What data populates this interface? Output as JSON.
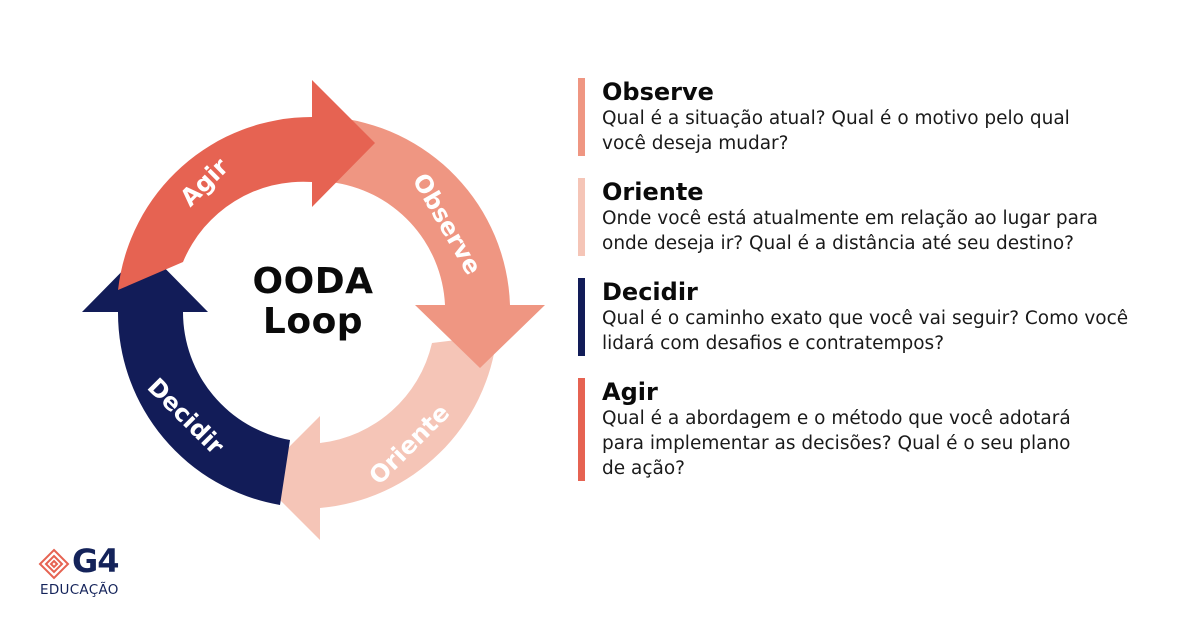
{
  "diagram": {
    "center_title_line1": "OODA",
    "center_title_line2": "Loop",
    "segments": [
      {
        "label": "Agir",
        "color": "#e66352"
      },
      {
        "label": "Observe",
        "color": "#ef9682"
      },
      {
        "label": "Oriente",
        "color": "#f5c5b7"
      },
      {
        "label": "Decidir",
        "color": "#121c58"
      }
    ]
  },
  "steps": [
    {
      "title": "Observe",
      "description": "Qual é a situação atual? Qual é o motivo pelo qual você deseja mudar?",
      "color": "#ef9682"
    },
    {
      "title": "Oriente",
      "description": "Onde você está atualmente em relação ao lugar para onde deseja ir? Qual é a distância até seu destino?",
      "color": "#f5c5b7"
    },
    {
      "title": "Decidir",
      "description": "Qual é o caminho exato que você vai seguir? Como você lidará com desafios e contratempos?",
      "color": "#121c58"
    },
    {
      "title": "Agir",
      "description": "Qual é a abordagem e o método que você adotará para implementar as decisões? Qual é o seu plano de ação?",
      "color": "#e66352"
    }
  ],
  "logo": {
    "brand": "G4",
    "sub": "EDUCAÇÃO",
    "icon": "diamond-layers-icon",
    "accent": "#e66352",
    "primary": "#14235a"
  }
}
